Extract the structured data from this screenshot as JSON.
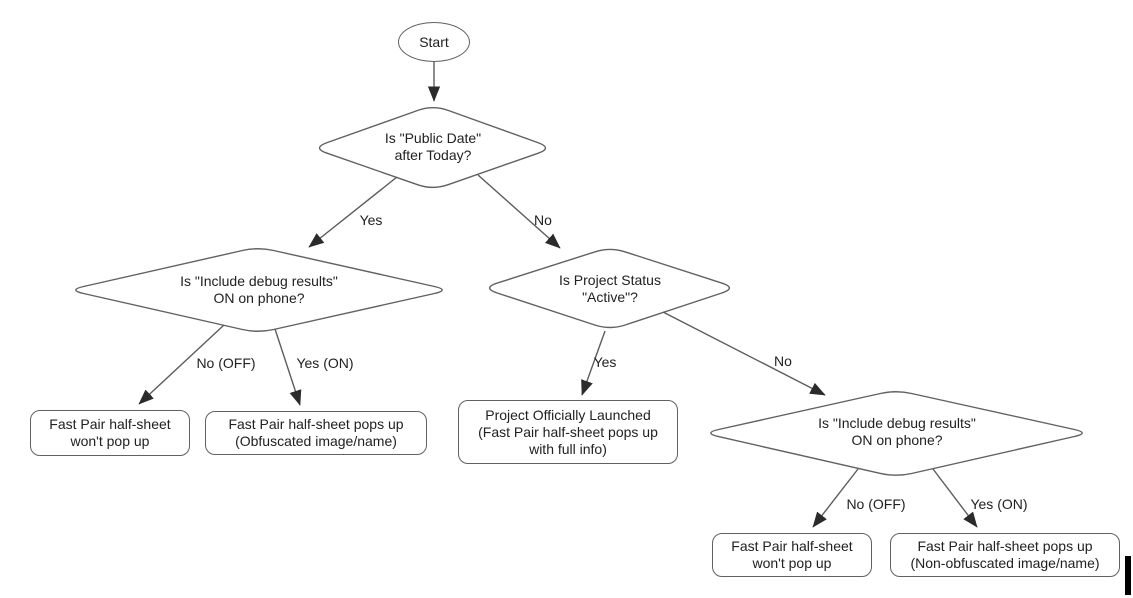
{
  "nodes": {
    "start": {
      "text": "Start"
    },
    "public_date_decision": {
      "text": "Is \"Public Date\"\nafter Today?"
    },
    "debug_left_decision": {
      "text": "Is \"Include debug results\"\nON on phone?"
    },
    "project_status_decision": {
      "text": "Is Project Status\n\"Active\"?"
    },
    "debug_right_decision": {
      "text": "Is \"Include debug results\"\nON on phone?"
    },
    "no_popup_left": {
      "text": "Fast Pair half-sheet\nwon't pop up"
    },
    "popup_obfuscated": {
      "text": "Fast Pair half-sheet pops up\n(Obfuscated image/name)"
    },
    "launched": {
      "text": "Project Officially Launched\n(Fast Pair half-sheet pops up\nwith full info)"
    },
    "no_popup_right": {
      "text": "Fast Pair half-sheet\nwon't pop up"
    },
    "popup_non_obfuscated": {
      "text": "Fast Pair half-sheet pops up\n(Non-obfuscated image/name)"
    }
  },
  "edge_labels": {
    "public_date_yes": "Yes",
    "public_date_no": "No",
    "debug_left_no": "No (OFF)",
    "debug_left_yes": "Yes (ON)",
    "status_yes": "Yes",
    "status_no": "No",
    "debug_right_no": "No (OFF)",
    "debug_right_yes": "Yes (ON)"
  },
  "colors": {
    "shape_stroke": "#616161",
    "connector": "#5c5c5c",
    "arrowhead": "#2b2b2b",
    "text": "#212121",
    "background": "#ffffff",
    "cursor_bar": "#000000"
  }
}
